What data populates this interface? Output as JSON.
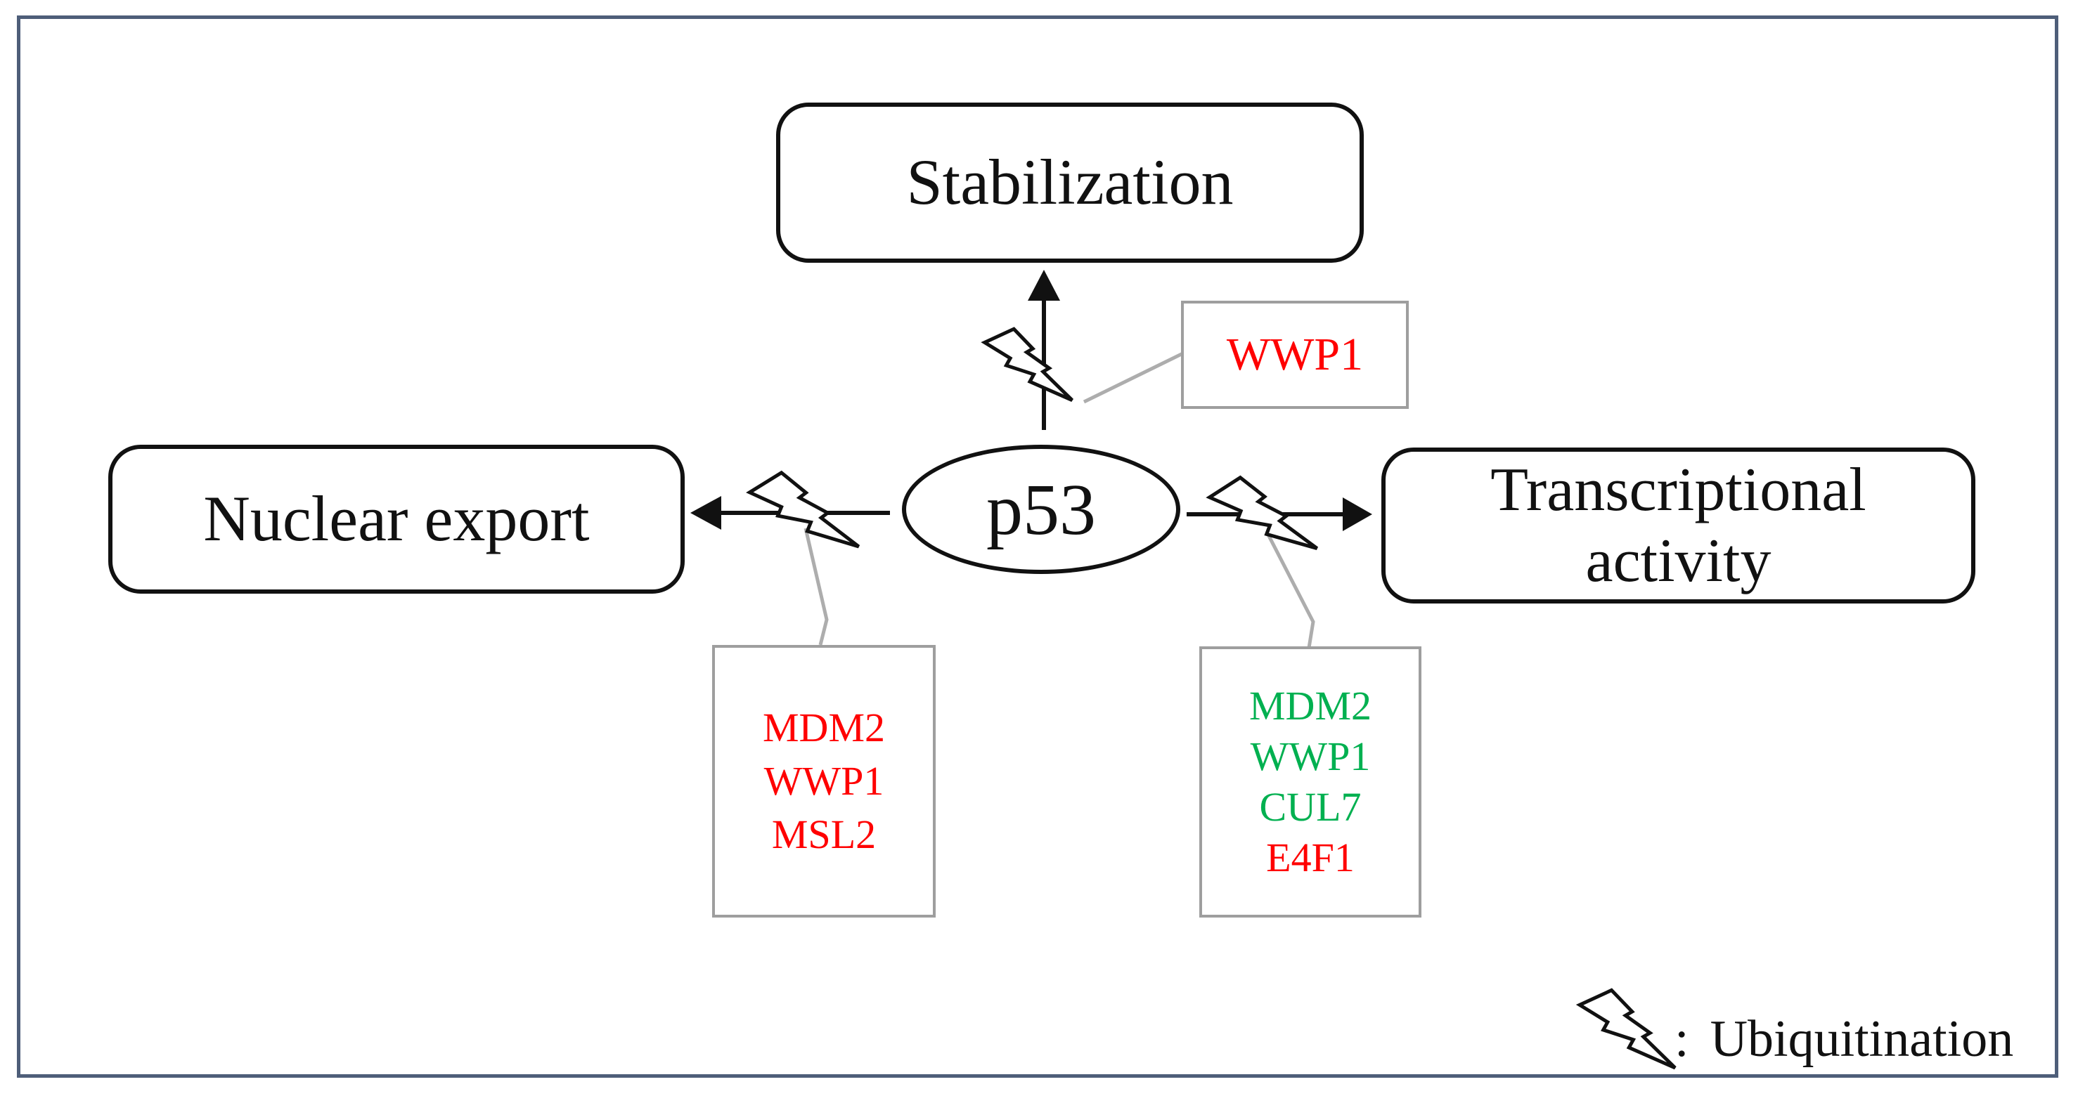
{
  "diagram": {
    "center_node": {
      "label": "p53"
    },
    "nodes": {
      "stabilization": {
        "label": "Stabilization"
      },
      "nuclear_export": {
        "label": "Nuclear export"
      },
      "transcriptional_activity": {
        "label": "Transcriptional activity"
      }
    },
    "regulator_boxes": {
      "stabilization_regulators": {
        "items": [
          {
            "name": "WWP1",
            "color": "#ff0000"
          }
        ]
      },
      "nuclear_export_regulators": {
        "items": [
          {
            "name": "MDM2",
            "color": "#ff0000"
          },
          {
            "name": "WWP1",
            "color": "#ff0000"
          },
          {
            "name": "MSL2",
            "color": "#ff0000"
          }
        ]
      },
      "transcriptional_regulators": {
        "items": [
          {
            "name": "MDM2",
            "color": "#00b050"
          },
          {
            "name": "WWP1",
            "color": "#00b050"
          },
          {
            "name": "CUL7",
            "color": "#00b050"
          },
          {
            "name": "E4F1",
            "color": "#ff0000"
          }
        ]
      }
    },
    "legend": {
      "symbol": "lightning-bolt",
      "separator": ":",
      "label": "Ubiquitination"
    },
    "colors": {
      "red": "#ff0000",
      "green": "#00b050",
      "frame": "#4e5e79",
      "box_border_gray": "#9e9e9e",
      "connector_gray": "#adadad",
      "line_black": "#111111"
    }
  }
}
